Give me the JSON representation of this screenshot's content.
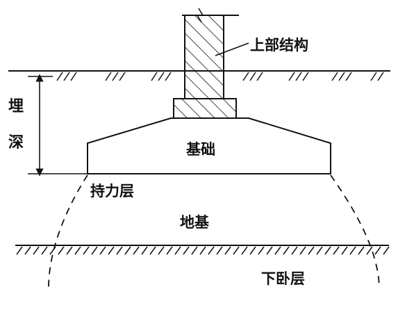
{
  "labels": {
    "superstructure": "上部结构",
    "footing": "基础",
    "bearing_layer": "持力层",
    "subgrade": "地基",
    "underlying_layer": "下卧层",
    "depth_char_1": "埋",
    "depth_char_2": "深"
  },
  "colors": {
    "ink": "#111111",
    "background": "#ffffff"
  }
}
